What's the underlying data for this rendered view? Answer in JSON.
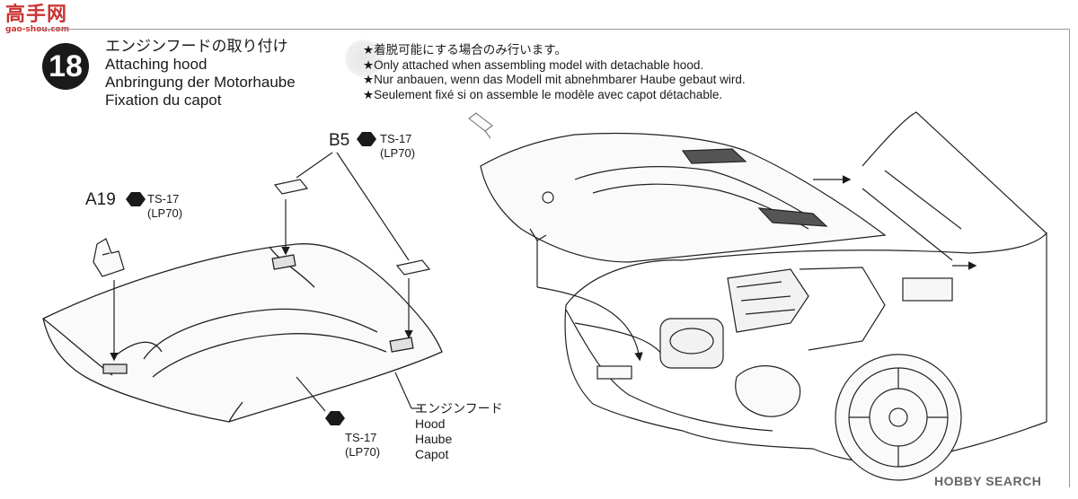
{
  "logo": {
    "chinese": "高手网",
    "url": "gao-shou.com"
  },
  "step": {
    "number": "18",
    "title_jp": "エンジンフードの取り付け",
    "title_en": "Attaching hood",
    "title_de": "Anbringung der Motorhaube",
    "title_fr": "Fixation du capot"
  },
  "notes": [
    "★着脱可能にする場合のみ行います。",
    "★Only attached when assembling model with detachable hood.",
    "★Nur anbauen, wenn das Modell mit abnehmbarer Haube gebaut wird.",
    "★Seulement fixé si on assemble le modèle avec capot détachable."
  ],
  "parts": {
    "a19": {
      "id": "A19",
      "paint_code": "TS-17",
      "paint_alt": "(LP70)"
    },
    "b5": {
      "id": "B5",
      "paint_code": "TS-17",
      "paint_alt": "(LP70)"
    },
    "hood_paint": {
      "paint_code": "TS-17",
      "paint_alt": "(LP70)"
    }
  },
  "hood_label": {
    "jp": "エンジンフード",
    "en": "Hood",
    "de": "Haube",
    "fr": "Capot"
  },
  "watermark": "HOBBY SEARCH",
  "icons": {
    "paint_marker": "hexagon-paint-icon",
    "glue": "cement-tube-icon"
  }
}
